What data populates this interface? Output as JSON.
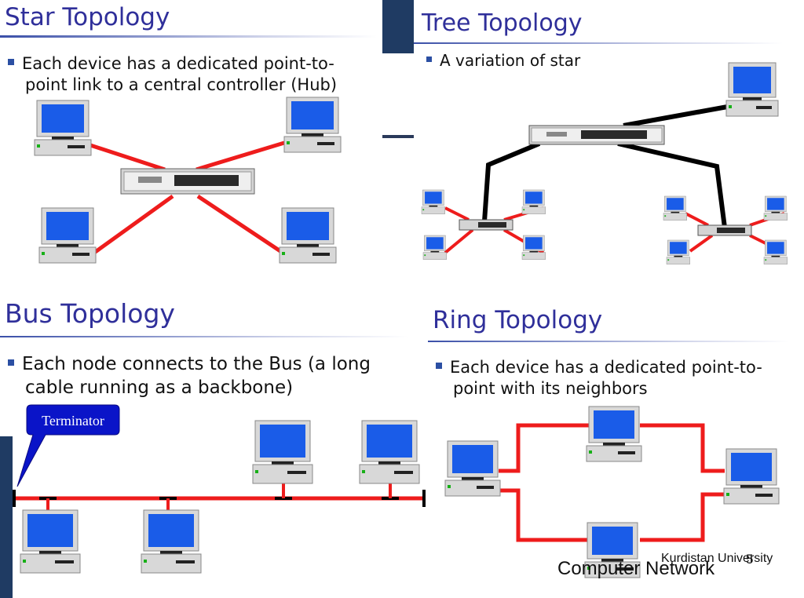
{
  "star": {
    "title": "Star Topology",
    "bullet_line1": "Each device has a dedicated point-to-",
    "bullet_line2": "point link to a central controller (Hub)"
  },
  "tree": {
    "title": "Tree Topology",
    "bullet": "A variation of star"
  },
  "bus": {
    "title": "Bus Topology",
    "bullet_line1": "Each node connects to the Bus (a long",
    "bullet_line2": "cable running as a backbone)",
    "callout": "Terminator"
  },
  "ring": {
    "title": "Ring Topology",
    "bullet_line1": "Each device has a dedicated point-to-",
    "bullet_line2": "point with its neighbors"
  },
  "footer": {
    "course": "Computer Network",
    "university": "Kurdistan University",
    "page": "5"
  },
  "colors": {
    "title": "#2f2f9a",
    "link": "#ee1c1c",
    "trunk": "#000000",
    "monitor_screen": "#1a5ce8",
    "dark_bar": "#1f3b63"
  }
}
